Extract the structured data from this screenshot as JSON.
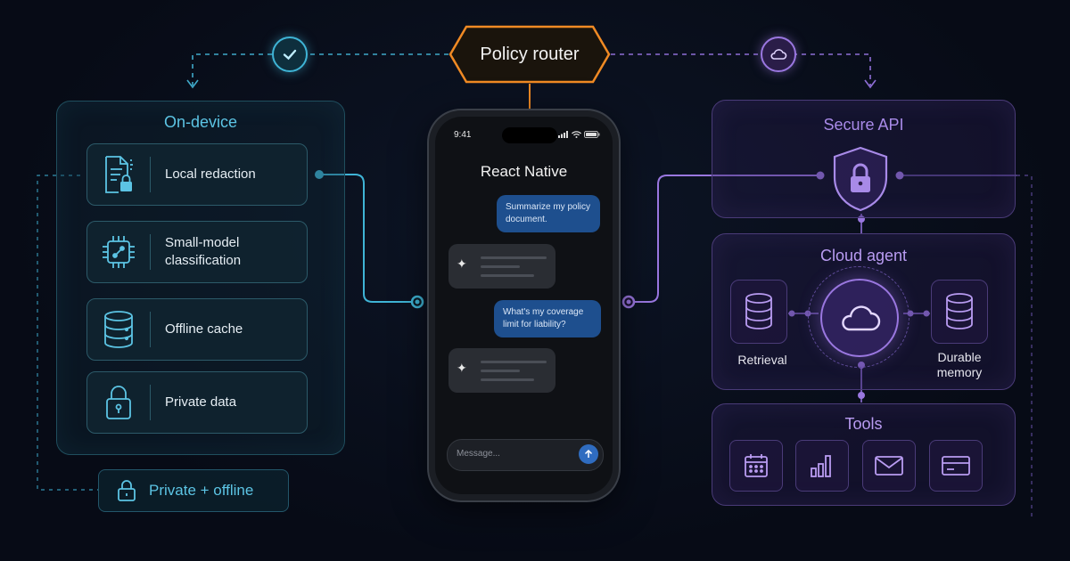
{
  "router": {
    "label": "Policy router",
    "left_icon": "check-icon",
    "right_icon": "cloud-icon"
  },
  "on_device": {
    "title": "On-device",
    "items": [
      {
        "label": "Local redaction",
        "icon": "document-lock-icon"
      },
      {
        "label": "Small-model classification",
        "icon": "chip-icon"
      },
      {
        "label": "Offline cache",
        "icon": "database-icon"
      },
      {
        "label": "Private data",
        "icon": "lock-icon"
      }
    ],
    "footer": "Private + offline"
  },
  "phone": {
    "time": "9:41",
    "title": "React Native",
    "messages": [
      {
        "role": "user",
        "text": "Summarize my policy document."
      },
      {
        "role": "user",
        "text": "What's my coverage limit for liability?"
      }
    ],
    "composer_placeholder": "Message..."
  },
  "secure_api": {
    "title": "Secure API",
    "icon": "shield-lock-icon"
  },
  "cloud_agent": {
    "title": "Cloud agent",
    "left_label": "Retrieval",
    "right_label": "Durable memory",
    "center_icon": "cloud-icon"
  },
  "tools": {
    "title": "Tools",
    "icons": [
      "calendar-icon",
      "bar-chart-icon",
      "mail-icon",
      "card-icon"
    ]
  },
  "colors": {
    "teal": "#3fb4d6",
    "purple": "#9a77e0",
    "orange": "#f08a24",
    "background": "#070b16"
  }
}
